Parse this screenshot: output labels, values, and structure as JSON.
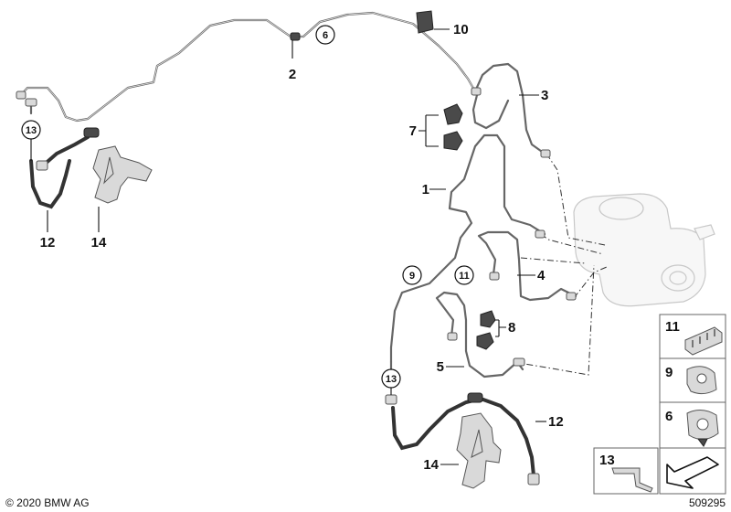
{
  "callouts": {
    "c1": "1",
    "c2": "2",
    "c3": "3",
    "c4": "4",
    "c5": "5",
    "c6": "6",
    "c7": "7",
    "c8": "8",
    "c9": "9",
    "c10": "10",
    "c11": "11",
    "c12a": "12",
    "c12b": "12",
    "c13a": "13",
    "c13b": "13",
    "c14a": "14",
    "c14b": "14"
  },
  "legend": {
    "item11": "11",
    "item9": "9",
    "item6": "6",
    "item13": "13"
  },
  "footer": {
    "copyright": "© 2020 BMW AG",
    "diagram_number": "509295"
  }
}
